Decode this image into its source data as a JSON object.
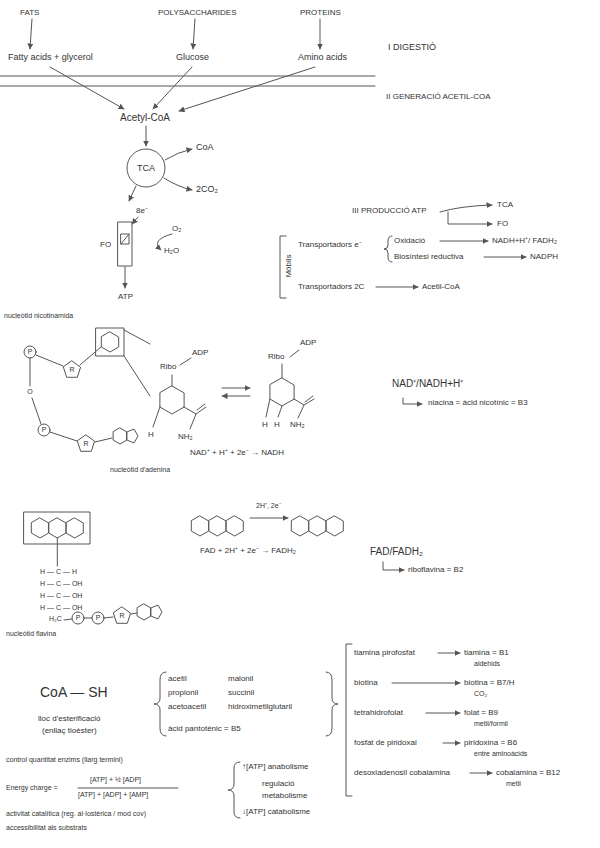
{
  "diagram": {
    "nodes": [
      {
        "text": [
          "TCA"
        ]
      }
    ],
    "labels": [
      "FATS",
      "POLYSACCHARIDES",
      "PROTEINS",
      "Fatty acids + glycerol",
      "Glucose",
      "Amino acids",
      "I DIGESTIÓ",
      "II GENERACIÓ ACETIL-COA",
      "Acetyl-CoA",
      "CoA",
      "2CO₂",
      "8e⁻",
      "O₂",
      "H₂O",
      "FO",
      "ATP",
      "III PRODUCCIÓ ATP",
      "TCA",
      "FO",
      "Mòbils",
      "Transportadors e⁻",
      "Oxidació",
      "NADH+H⁺/ FADH₂",
      "Biosíntesi reductiva",
      "NADPH",
      "Transportadors 2C",
      "Acetil-CoA",
      "nucleòtid nicotinamida",
      "P",
      "R",
      "O",
      "P",
      "R",
      "nucleòtid d'adenina",
      "Ribo",
      "ADP",
      "H",
      "NH₂",
      "Ribo",
      "ADP",
      "H",
      "H",
      "NH₂",
      "NAD⁺ + H⁺ + 2e⁻ → NADH",
      "NAD⁺/NADH+H⁺",
      "niacina = àcid nicotínic = B3",
      "2H⁺, 2e⁻",
      "FAD + 2H⁺ + 2e⁻ → FADH₂",
      "FAD/FADH₂",
      "riboflavina = B2",
      "H — C — H",
      "H — C — OH",
      "H — C — OH",
      "H — C — OH",
      "H₂C",
      "P",
      "P",
      "R",
      "nucleòtid flavina",
      "CoA — SH",
      "lloc d'esterificació",
      "(enllaç tioèster)",
      "acetil",
      "malonil",
      "propionil",
      "succinil",
      "acetoacetil",
      "hidroximetilglutaril",
      "àcid pantotènic = B5",
      "tiamina pirofosfat",
      "tiamina = B1",
      "aldehids",
      "biotina",
      "biotina = B7/H",
      "CO₂",
      "tetrahidrofolat",
      "folat = B9",
      "metil/formil",
      "fosfat de piridoxal",
      "piridoxina = B6",
      "entre aminoàcids",
      "desoxiadenosil cobalamina",
      "cobalamina = B12",
      "metil",
      "control quantitat enzims (llarg termini)",
      "Energy charge =",
      "[ATP] + ½ [ADP]",
      "[ATP] + [ADP] + [AMP]",
      "activitat catalítica (reg. al·lostèrica / mod cov)",
      "accessibilitat als substrats",
      "↑[ATP] anabolisme",
      "regulació",
      "metabolisme",
      "↓[ATP] catabolisme"
    ]
  }
}
